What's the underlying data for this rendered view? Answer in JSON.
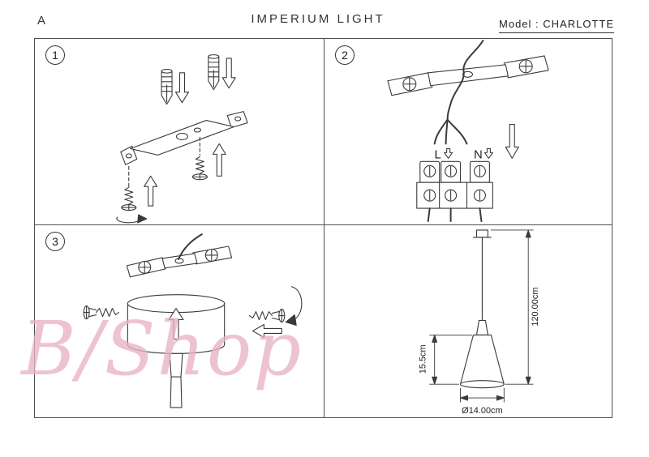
{
  "header": {
    "revision_letter": "A",
    "brand": "IMPERIUM LIGHT",
    "model": "Model : CHARLOTTE"
  },
  "panels": [
    {
      "number": "1"
    },
    {
      "number": "2"
    },
    {
      "number": "3"
    }
  ],
  "wiring": {
    "live_label": "L",
    "neutral_label": "N"
  },
  "dimensions": {
    "overall_height": "120.00cm",
    "shade_height": "15.5cm",
    "shade_diameter": "Ø14.00cm"
  },
  "watermark": {
    "text": "B/Shop"
  },
  "colors": {
    "line": "#3a3a3a",
    "border": "#4f4f4f",
    "watermark_pink": "#e8b2c1"
  }
}
